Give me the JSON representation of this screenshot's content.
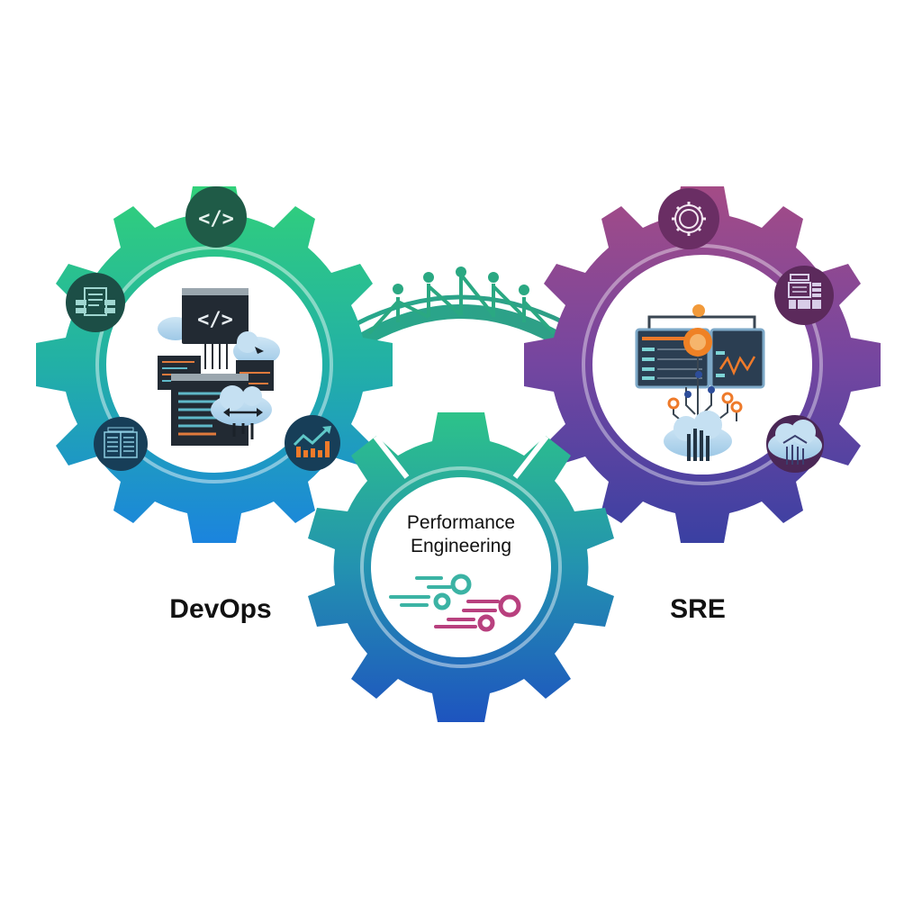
{
  "diagram": {
    "title": "DevOps, Performance Engineering and SRE interlocking gears",
    "gears": [
      {
        "id": "devops",
        "label": "DevOps",
        "gradient": [
          "#2ecc7a",
          "#1e90d8"
        ],
        "icons": [
          "code-tag-icon",
          "document-layout-icon",
          "checklist-board-icon",
          "growth-chart-icon"
        ],
        "center_illustration": [
          "code-window",
          "cloud",
          "cursor-cloud",
          "transfer-cloud",
          "code-listing"
        ]
      },
      {
        "id": "performance-engineering",
        "label_line1": "Performance",
        "label_line2": "Engineering",
        "gradient": [
          "#2bb58f",
          "#1f5fc4"
        ],
        "center_illustration": [
          "speed-circuit-lines-teal",
          "speed-circuit-lines-magenta"
        ]
      },
      {
        "id": "sre",
        "label": "SRE",
        "gradient": [
          "#9b4a8e",
          "#3e3f9e"
        ],
        "icons": [
          "gear-settings-icon",
          "dashboard-layout-icon",
          "cloud-analytics-icon"
        ],
        "center_illustration": [
          "dual-monitor-dashboard",
          "orange-hub-node",
          "cloud-bar-chart"
        ]
      }
    ],
    "connector": {
      "type": "arch-bridge",
      "color": "#2aa882"
    },
    "colors": {
      "devops_top": "#2fcf7c",
      "devops_bottom": "#1c86dc",
      "perf_top": "#2cbf8a",
      "perf_bottom": "#1f58c0",
      "sre_top": "#a14c8a",
      "sre_bottom": "#3b3fa0",
      "badge_dark_green": "#1e5a46",
      "badge_dark_blue": "#143a52",
      "badge_dark_purple": "#5a2a5e",
      "accent_orange": "#f08a24",
      "accent_magenta": "#b8407e",
      "accent_teal": "#3bb3a4"
    }
  }
}
